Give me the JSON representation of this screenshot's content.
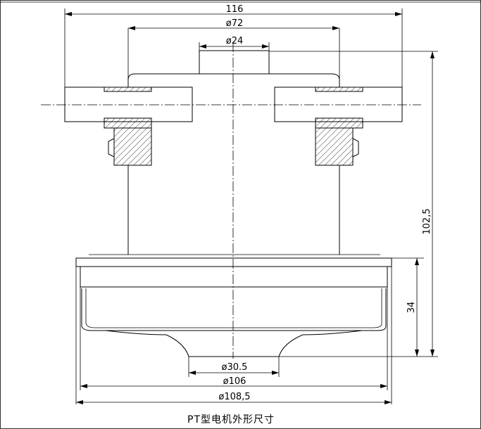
{
  "title": "PT型电机外形尺寸",
  "dimensions": {
    "overall_width": "116",
    "mount_spacing": "ø72",
    "shaft_boss": "ø24",
    "total_height": "102,5",
    "housing_height": "34",
    "hub_diameter": "ø30.5",
    "housing_inner": "ø106",
    "housing_outer": "ø108,5"
  },
  "colors": {
    "line": "#000000",
    "background": "#ffffff"
  }
}
